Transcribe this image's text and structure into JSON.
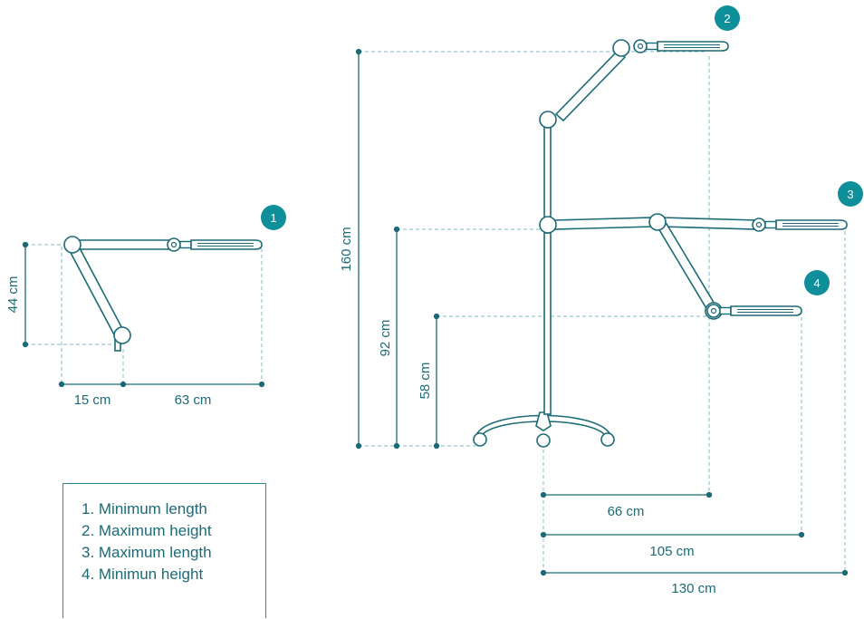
{
  "diagram": {
    "badges": [
      "1",
      "2",
      "3",
      "4"
    ],
    "dimensions": {
      "min_length_height": "44 cm",
      "min_length_offset": "15 cm",
      "min_length_reach": "63 cm",
      "max_height": "160 cm",
      "arm_height": "92 cm",
      "min_height": "58 cm",
      "reach_66": "66 cm",
      "reach_105": "105 cm",
      "reach_130": "130 cm"
    },
    "colors": {
      "line": "#1b6a75",
      "badge": "#0f8f9a",
      "fill": "#ffffff",
      "guide": "#7fb8c0"
    }
  },
  "legend": {
    "items": [
      "1. Minimum length",
      "2. Maximum height",
      "3. Maximum length",
      "4. Minimun height"
    ]
  }
}
